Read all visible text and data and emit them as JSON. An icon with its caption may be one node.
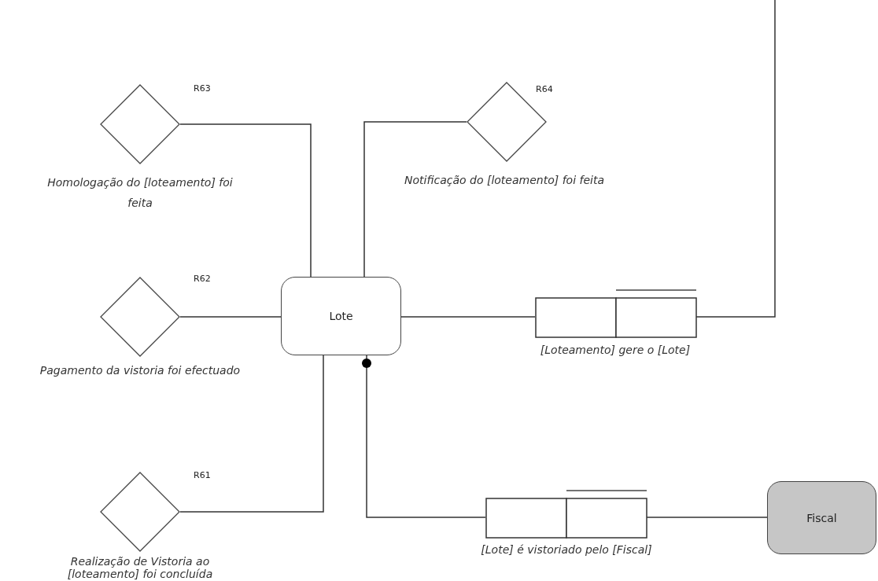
{
  "diagram": {
    "nodes": [
      {
        "text": [],
        "shape": "diamond",
        "beside": [
          "R63",
          "Homologação do [loteamento] foi feita"
        ]
      },
      {
        "text": [],
        "shape": "diamond",
        "beside": [
          "R64",
          "Notificação do [loteamento] foi feita"
        ]
      },
      {
        "text": [],
        "shape": "diamond",
        "beside": [
          "R62",
          "Pagamento da vistoria foi efectuado"
        ]
      },
      {
        "text": [
          "Lote"
        ]
      },
      {
        "text": [
          "[Loteamento] gere o [Lote]"
        ]
      },
      {
        "text": [],
        "shape": "diamond",
        "beside": [
          "R61",
          "Realização de Vistoria ao [loteamento] foi concluída"
        ]
      },
      {
        "text": [
          "[Lote] é vistoriado pelo [Fiscal]"
        ]
      },
      {
        "text": [
          "Fiscal"
        ]
      }
    ],
    "edges": [
      {
        "from": 0,
        "to": 3,
        "arrow": "none"
      },
      {
        "from": 1,
        "to": 3,
        "arrow": "none"
      },
      {
        "from": 2,
        "to": 3,
        "arrow": "none"
      },
      {
        "from": 3,
        "to": 4,
        "arrow": "none"
      },
      {
        "from": 5,
        "to": 3,
        "arrow": "none"
      },
      {
        "from": 3,
        "to": 6,
        "arrow": "other"
      },
      {
        "from": 6,
        "to": 7,
        "arrow": "none"
      },
      {
        "from": null,
        "to": 4,
        "arrow": "none"
      }
    ]
  }
}
